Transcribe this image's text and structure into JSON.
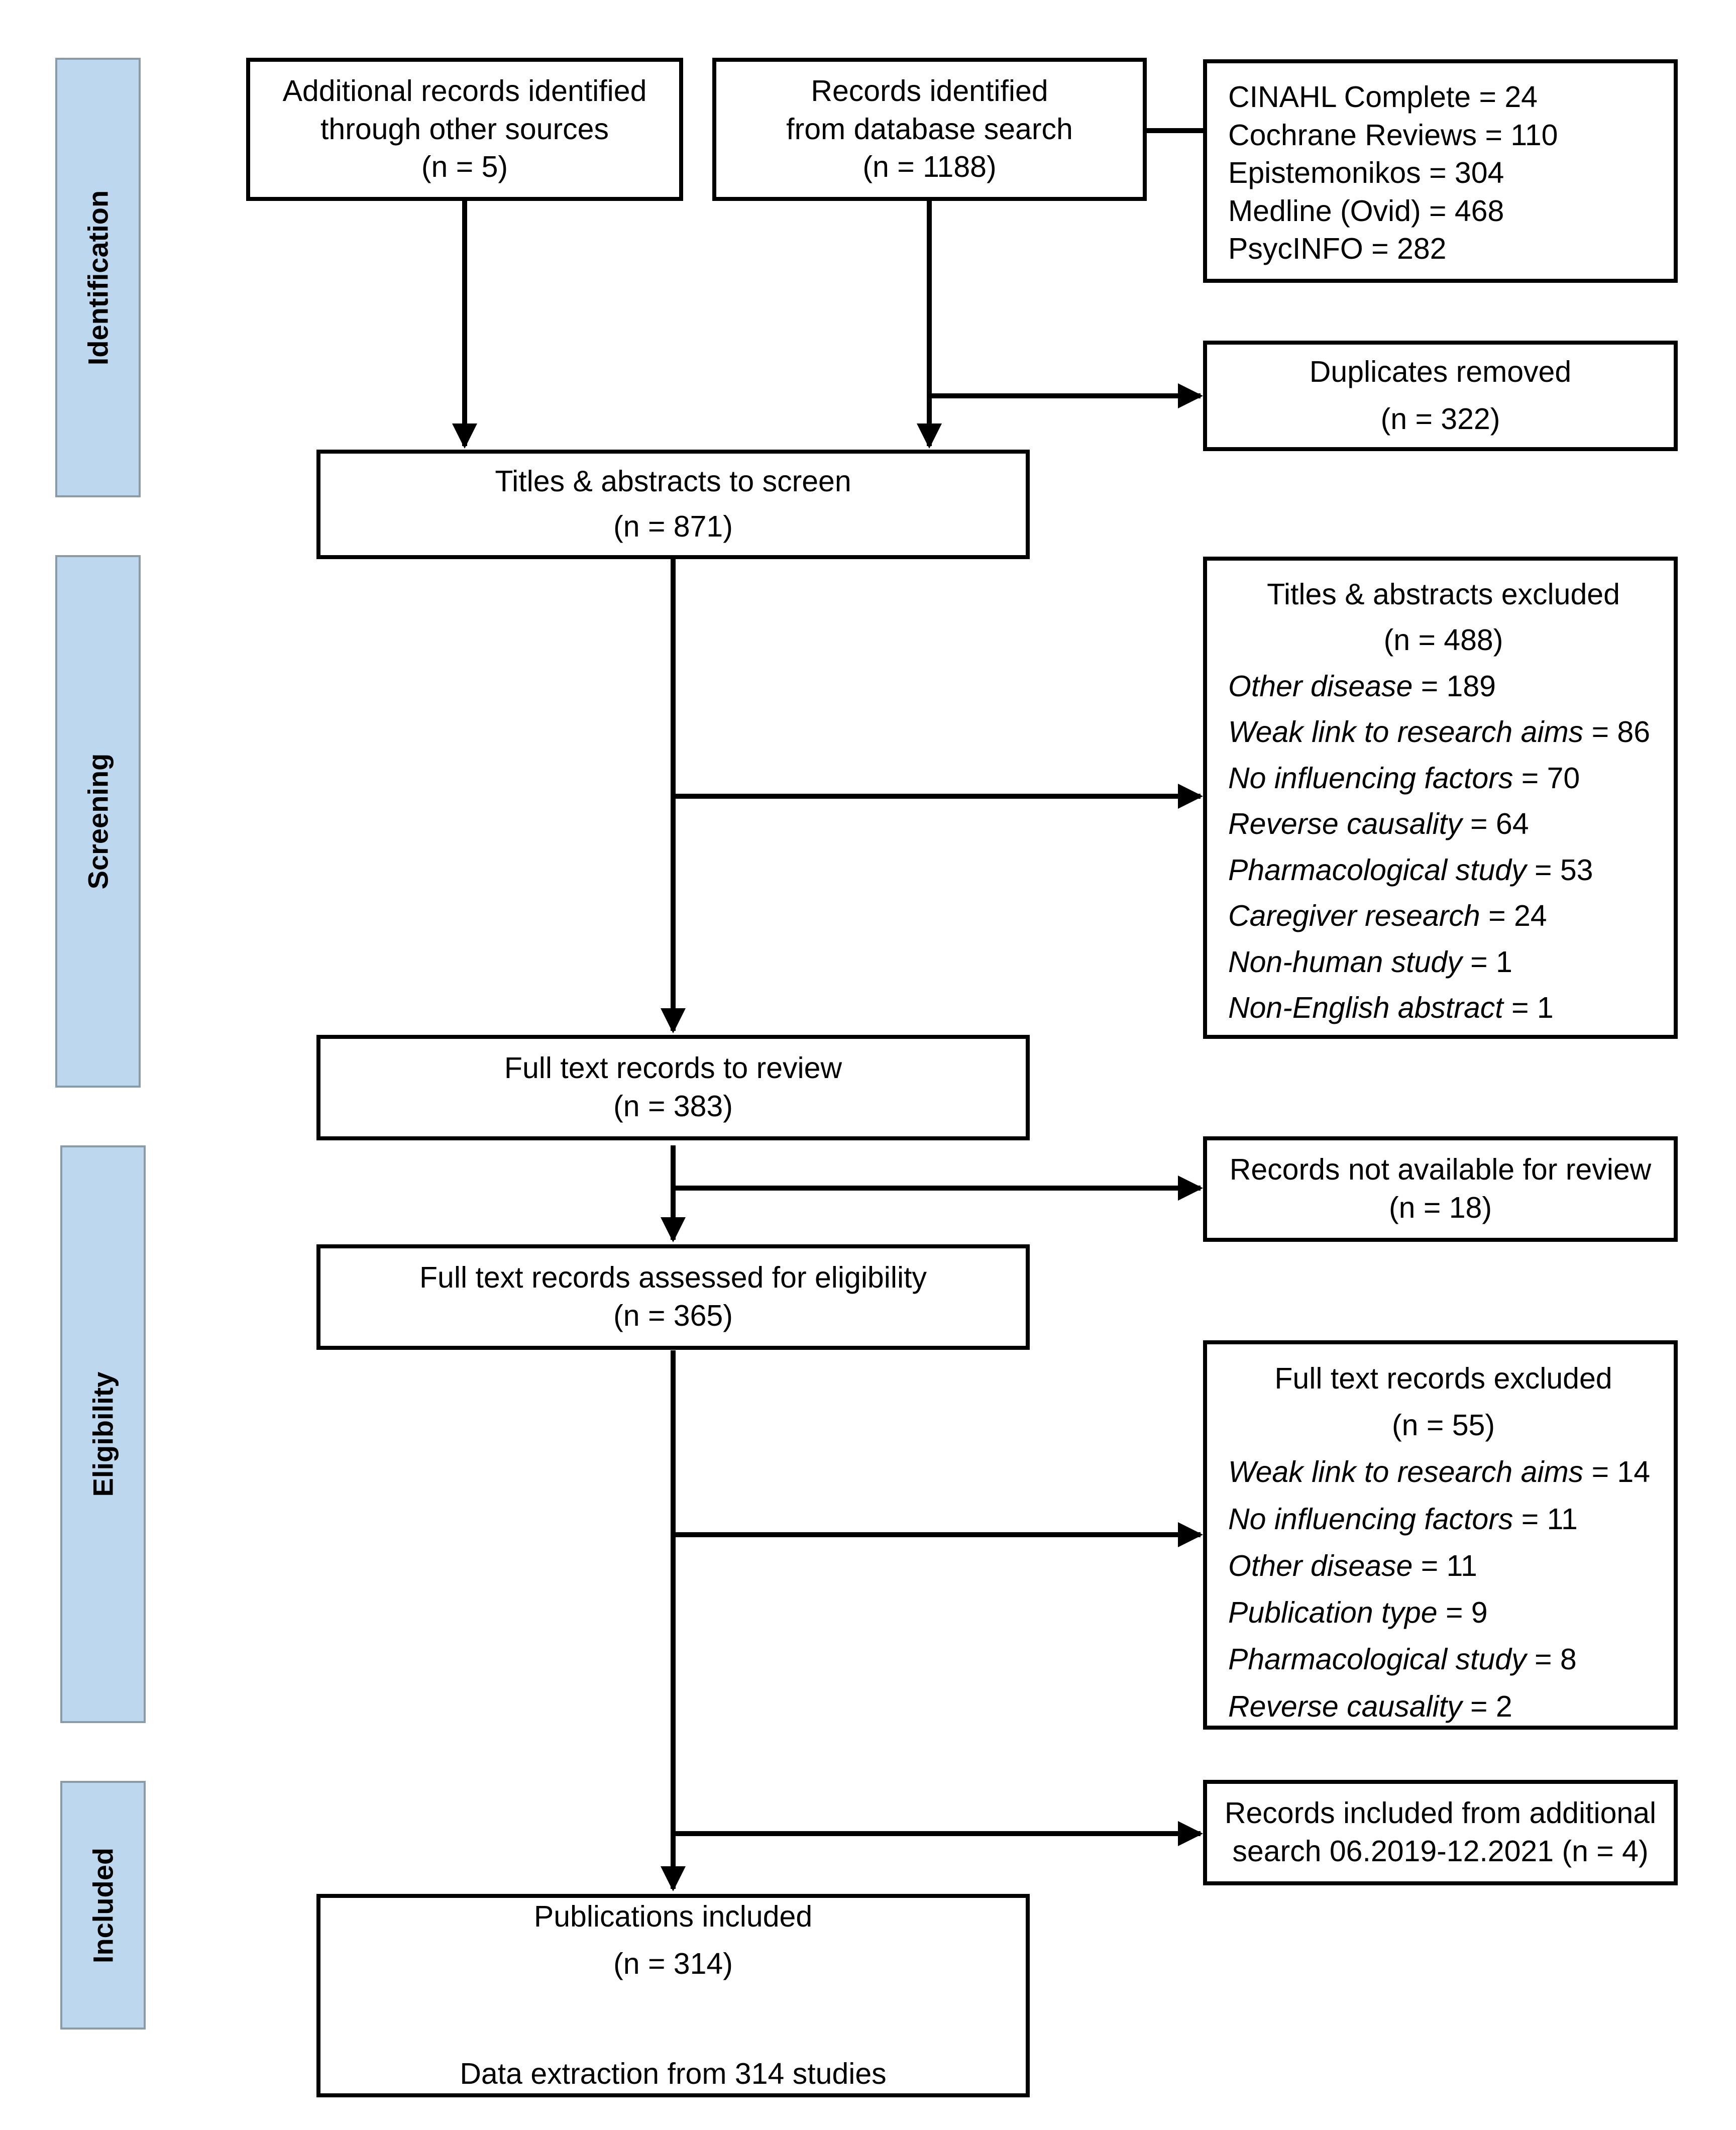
{
  "phases": {
    "identification": "Identification",
    "screening": "Screening",
    "eligibility": "Eligibility",
    "included": "Included"
  },
  "boxes": {
    "additional": {
      "l1": "Additional records identified",
      "l2": "through other sources",
      "l3": "(n = 5)"
    },
    "database": {
      "l1": "Records identified",
      "l2": "from database search",
      "l3": "(n = 1188)"
    },
    "databases_list": [
      {
        "text": "CINAHL Complete = 24"
      },
      {
        "text": "Cochrane Reviews = 110"
      },
      {
        "text": "Epistemonikos = 304"
      },
      {
        "text": "Medline (Ovid) = 468"
      },
      {
        "text": "PsycINFO = 282"
      }
    ],
    "duplicates": {
      "l1": "Duplicates removed",
      "l2": "(n = 322)"
    },
    "screen": {
      "l1": "Titles & abstracts to screen",
      "l2": "(n = 871)"
    },
    "ta_excluded": {
      "title": "Titles & abstracts excluded",
      "n": "(n = 488)",
      "items": [
        {
          "cat": "Other disease",
          "val": " = 189"
        },
        {
          "cat": "Weak link to research aims",
          "val": " = 86"
        },
        {
          "cat": "No influencing factors",
          "val": " = 70"
        },
        {
          "cat": "Reverse causality",
          "val": " = 64"
        },
        {
          "cat": "Pharmacological study",
          "val": " = 53"
        },
        {
          "cat": "Caregiver research",
          "val": " = 24"
        },
        {
          "cat": "Non-human study",
          "val": " = 1"
        },
        {
          "cat": "Non-English abstract",
          "val": " = 1"
        }
      ]
    },
    "fulltext_review": {
      "l1": "Full text records to review",
      "l2": "(n = 383)"
    },
    "not_available": {
      "l1": "Records not available for review",
      "l2": "(n = 18)"
    },
    "assessed": {
      "l1": "Full text records assessed for eligibility",
      "l2": "(n = 365)"
    },
    "ft_excluded": {
      "title": "Full text records excluded",
      "n": "(n = 55)",
      "items": [
        {
          "cat": "Weak link to research aims",
          "val": " = 14"
        },
        {
          "cat": "No influencing factors",
          "val": " = 11"
        },
        {
          "cat": "Other disease",
          "val": " = 11"
        },
        {
          "cat": "Publication type",
          "val": " = 9"
        },
        {
          "cat": "Pharmacological study",
          "val": " = 8"
        },
        {
          "cat": "Reverse causality",
          "val": " = 2"
        }
      ]
    },
    "additional_search": {
      "l1": "Records included from additional",
      "l2": "search 06.2019-12.2021 (n = 4)"
    },
    "included": {
      "l1": "Publications included",
      "l2": "(n = 314)",
      "l3": "Data extraction from 314 studies"
    }
  },
  "colors": {
    "phase_fill": "#bdd7ee",
    "line": "#000000"
  }
}
